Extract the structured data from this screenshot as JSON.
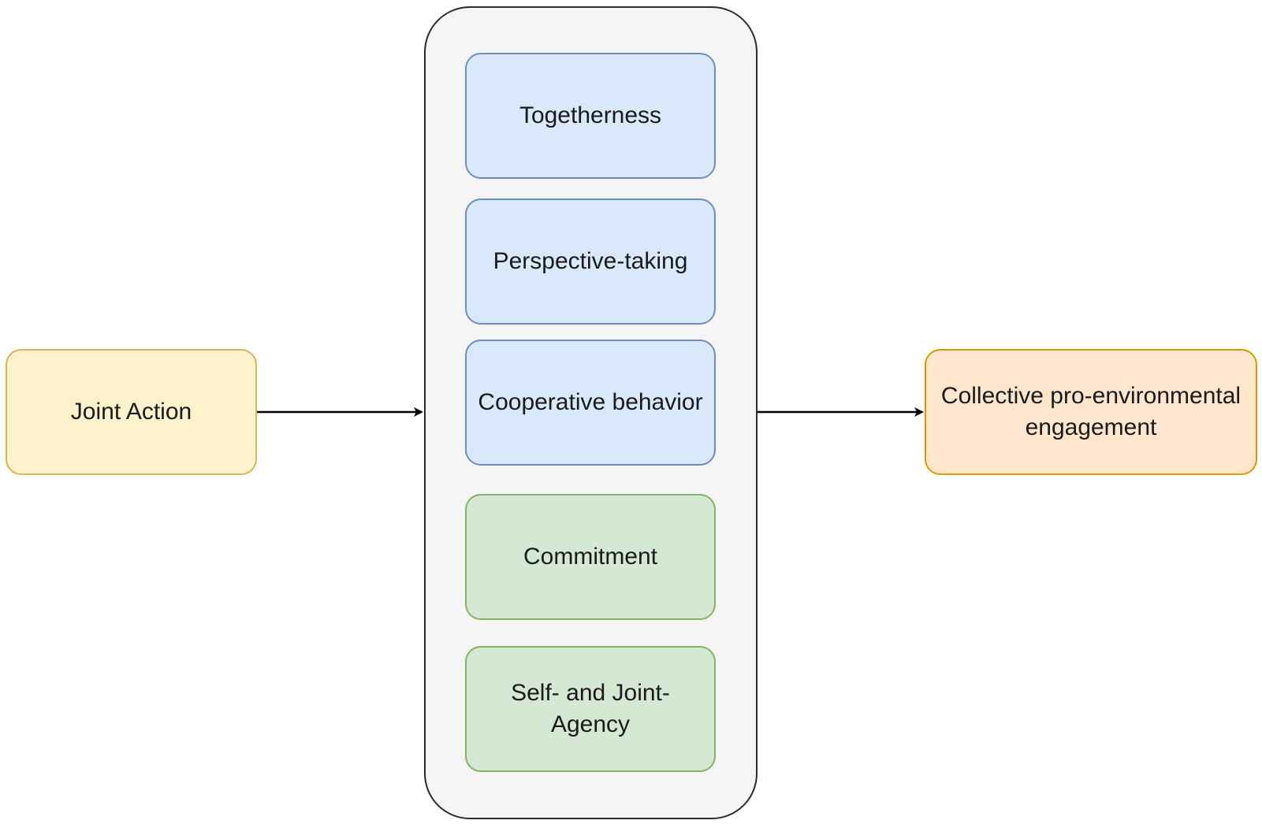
{
  "colors": {
    "input_fill": "#fff2cc",
    "input_stroke": "#d6b656",
    "output_fill": "#ffe6cc",
    "output_stroke": "#d79b00",
    "blue_fill": "#dae8fc",
    "blue_stroke": "#6c8ebf",
    "green_fill": "#d5e8d4",
    "green_stroke": "#82b366",
    "container_fill": "#f5f5f5",
    "container_stroke": "#2b2b2b",
    "arrow": "#000000"
  },
  "input": {
    "label": "Joint Action"
  },
  "mediators": [
    {
      "lines": [
        "Togetherness"
      ],
      "color": "blue"
    },
    {
      "lines": [
        "Perspective-taking"
      ],
      "color": "blue"
    },
    {
      "lines": [
        "Cooperative behavior"
      ],
      "color": "blue"
    },
    {
      "lines": [
        "Commitment"
      ],
      "color": "green"
    },
    {
      "lines": [
        "Self- and Joint-",
        "Agency"
      ],
      "color": "green"
    }
  ],
  "output": {
    "lines": [
      "Collective pro-environmental",
      "engagement"
    ]
  }
}
